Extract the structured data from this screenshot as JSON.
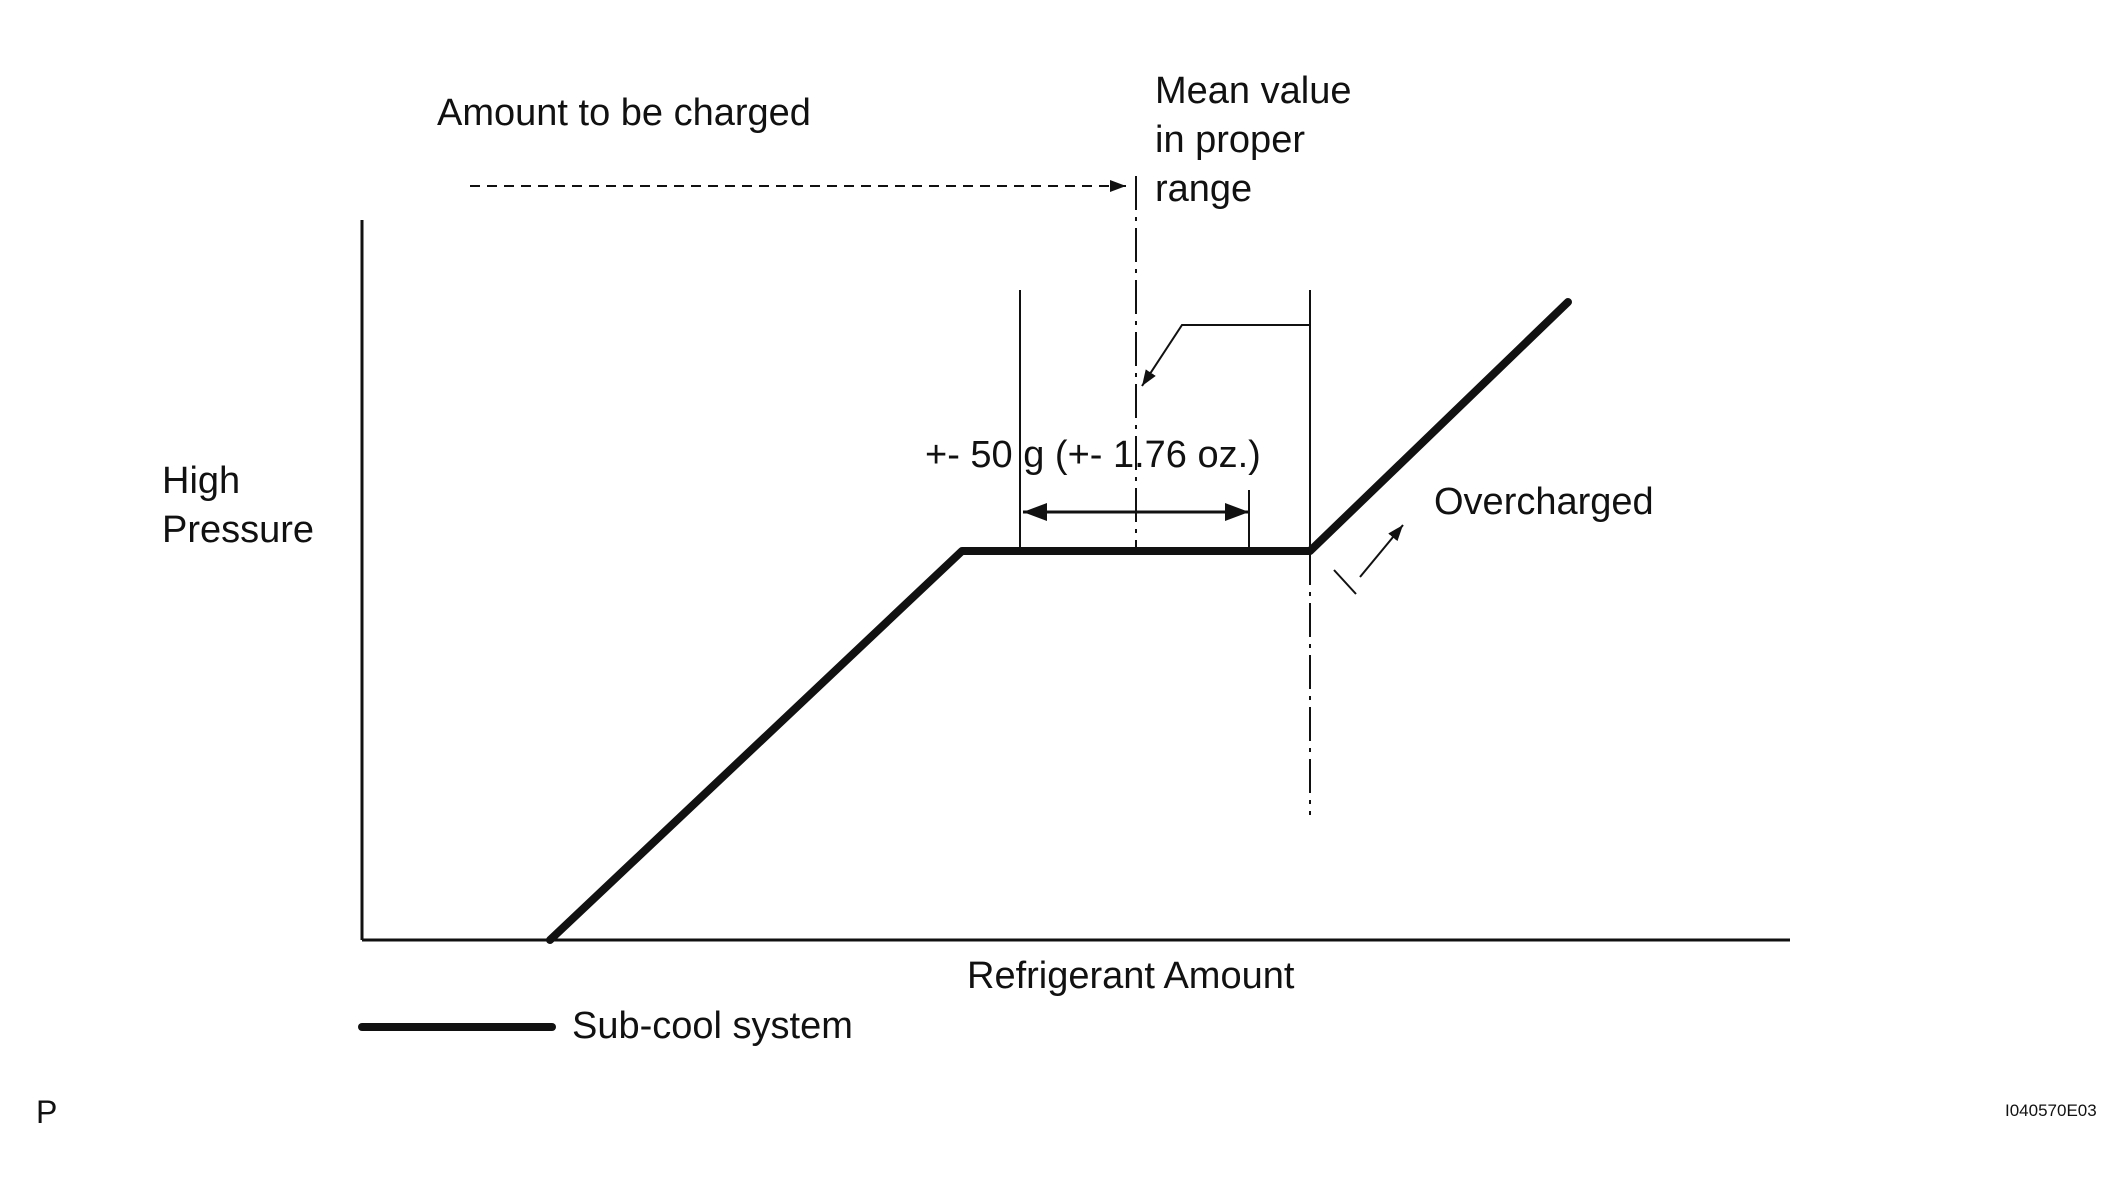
{
  "labels": {
    "amount_to_be_charged": "Amount to be charged",
    "mean_value_line1": "Mean value",
    "mean_value_line2": "in proper",
    "mean_value_line3": "range",
    "tolerance": "+- 50 g (+- 1.76 oz.)",
    "overcharged": "Overcharged",
    "y_axis_line1": "High",
    "y_axis_line2": "Pressure",
    "x_axis": "Refrigerant Amount",
    "legend_sub_cool": "Sub-cool system",
    "corner_letter": "P",
    "figure_code": "I040570E03"
  },
  "colors": {
    "ink": "#111111",
    "background": "#ffffff"
  }
}
